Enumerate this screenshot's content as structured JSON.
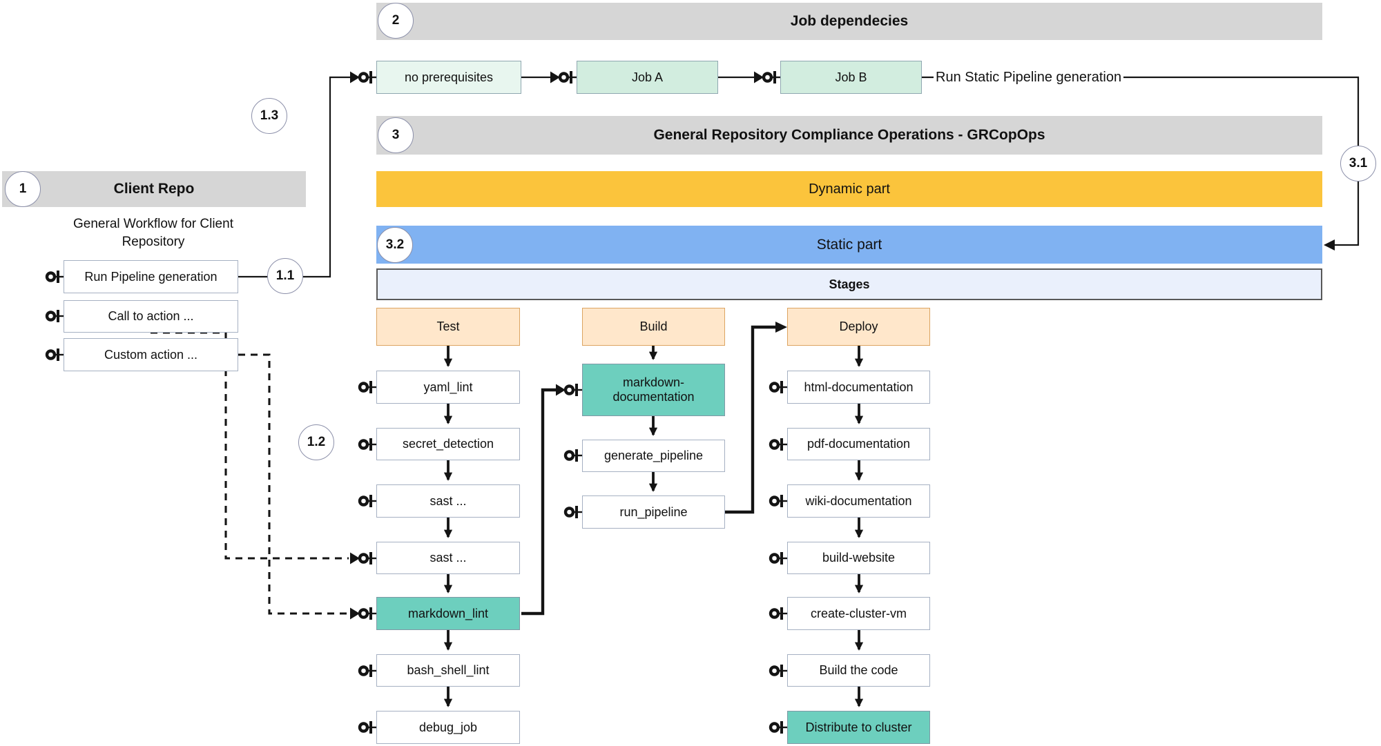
{
  "client_repo": {
    "title": "Client Repo",
    "subtitle": "General Workflow for Client Repository",
    "actions": [
      {
        "label": "Run Pipeline generation"
      },
      {
        "label": "Call to action ..."
      },
      {
        "label": "Custom action ..."
      }
    ]
  },
  "job_dependencies": {
    "title": "Job dependecies",
    "nodes": [
      {
        "label": "no prerequisites"
      },
      {
        "label": "Job A"
      },
      {
        "label": "Job B"
      }
    ],
    "edge_label": "Run Static Pipeline generation"
  },
  "grcopops": {
    "title": "General Repository Compliance Operations - GRCopOps",
    "dynamic_label": "Dynamic part",
    "static_label": "Static part",
    "stages_label": "Stages"
  },
  "stages": [
    {
      "name": "Test",
      "jobs": [
        "yaml_lint",
        "secret_detection",
        "sast ...",
        "sast ...",
        "markdown_lint",
        "bash_shell_lint",
        "debug_job"
      ]
    },
    {
      "name": "Build",
      "jobs": [
        "markdown-documentation",
        "generate_pipeline",
        "run_pipeline"
      ]
    },
    {
      "name": "Deploy",
      "jobs": [
        "html-documentation",
        "pdf-documentation",
        "wiki-documentation",
        "build-website",
        "create-cluster-vm",
        "Build the code",
        "Distribute to cluster"
      ]
    }
  ],
  "badges": {
    "n1": "1",
    "n1_1": "1.1",
    "n1_2": "1.2",
    "n1_3": "1.3",
    "n2": "2",
    "n3": "3",
    "n3_1": "3.1",
    "n3_2": "3.2"
  },
  "colors": {
    "section_gray": "#d6d6d6",
    "dynamic_yellow": "#fbc43c",
    "static_blue": "#80b2f2",
    "stages_fill": "#eaf0fc",
    "stage_header_fill": "#ffe7cb",
    "stage_header_border": "#dca461",
    "highlight_teal": "#6dcfbe",
    "mint_light": "#e8f6ef",
    "mint": "#d2eddf",
    "box_border": "#a5b0c2",
    "line": "#141414"
  }
}
